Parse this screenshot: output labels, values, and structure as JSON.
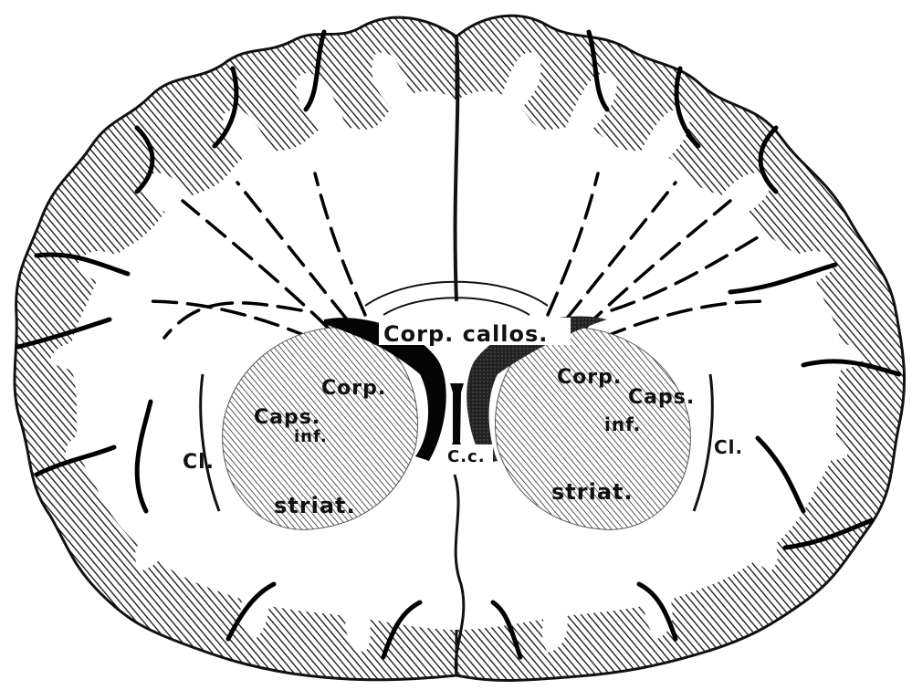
{
  "labels": {
    "corp_callos": "Corp. callos.",
    "corp_left": "Corp.",
    "caps_left": "Caps.",
    "inf_left": "inf.",
    "cl_left": "Cl.",
    "striat_left": "striat.",
    "corp_right": "Corp.",
    "caps_right": "Caps.",
    "inf_right": "inf.",
    "cl_right": "Cl.",
    "striat_right": "striat.",
    "c_c": "C.c."
  },
  "colors": {
    "ink": "#111111",
    "paper": "#ffffff"
  }
}
